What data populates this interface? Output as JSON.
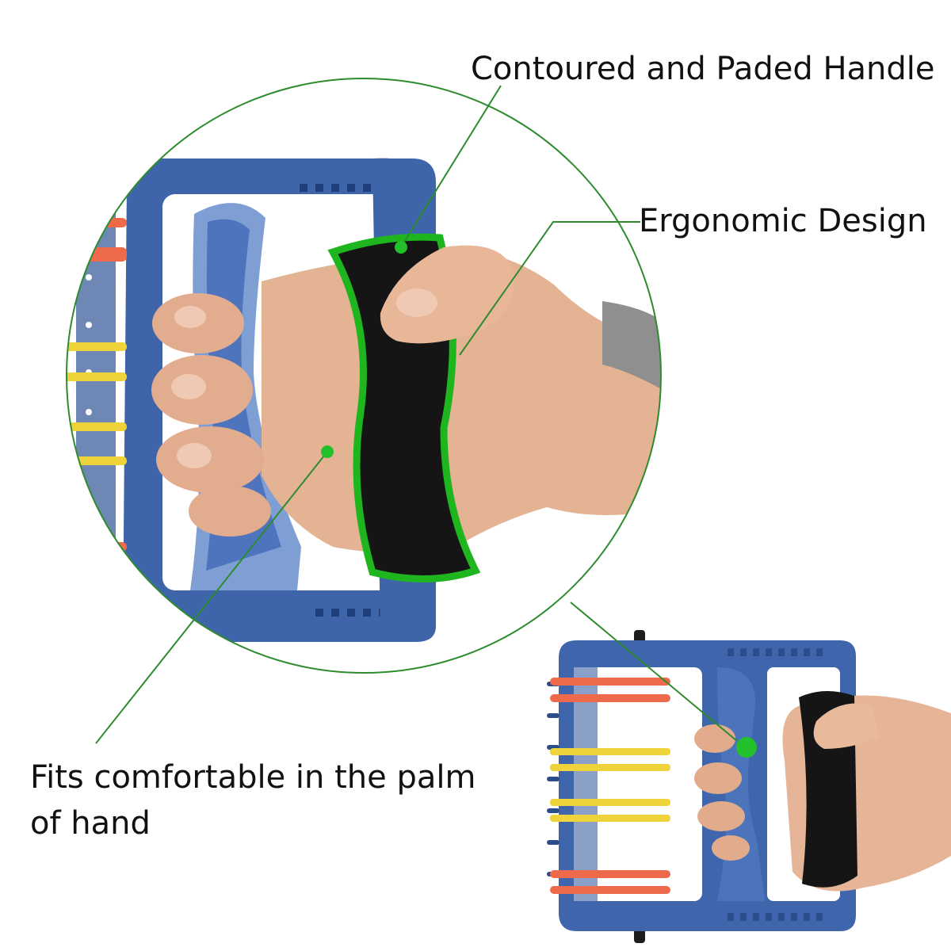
{
  "labels": {
    "handle": "Contoured and Paded Handle",
    "ergonomic": "Ergonomic Design",
    "palm_line1": "Fits comfortable in the palm",
    "palm_line2": "of hand"
  },
  "colors": {
    "callout_line": "#2e8b2e",
    "callout_dot": "#22c02a",
    "handle_outline": "#1fb51f",
    "frame_blue": "#3d63a8",
    "frame_light_blue": "#7f9ed4",
    "foam_black": "#151515",
    "band_orange": "#ee6a4a",
    "band_yellow": "#efd33a",
    "skin": "#e6b496"
  }
}
